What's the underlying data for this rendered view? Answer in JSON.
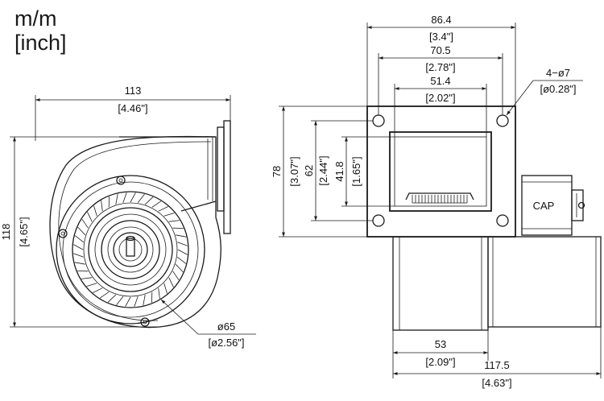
{
  "units": {
    "mm": "m/m",
    "inch": "[inch]"
  },
  "dimensions": {
    "side_width_mm": "113",
    "side_width_in": "[4.46\"]",
    "side_height_mm": "118",
    "side_height_in": "[4.65\"]",
    "inlet_dia_mm": "ø65",
    "inlet_dia_in": "[ø2.56\"]",
    "flange_width_mm": "86.4",
    "flange_width_in": "[3.4\"]",
    "hole_pitch_w_mm": "70.5",
    "hole_pitch_w_in": "[2.78\"]",
    "outlet_w_mm": "51.4",
    "outlet_w_in": "[2.02\"]",
    "holes_count": "4−ø7",
    "holes_dia_in": "[ø0.28\"]",
    "flange_height_mm": "78",
    "flange_height_in": "[3.07\"]",
    "hole_pitch_h_mm": "62",
    "hole_pitch_h_in": "[2.44\"]",
    "outlet_h_mm": "41.8",
    "outlet_h_in": "[1.65\"]",
    "housing_w_mm": "53",
    "housing_w_in": "[2.09\"]",
    "total_len_mm": "117.5",
    "total_len_in": "[4.63\"]"
  },
  "capacitor_label": "CAP"
}
